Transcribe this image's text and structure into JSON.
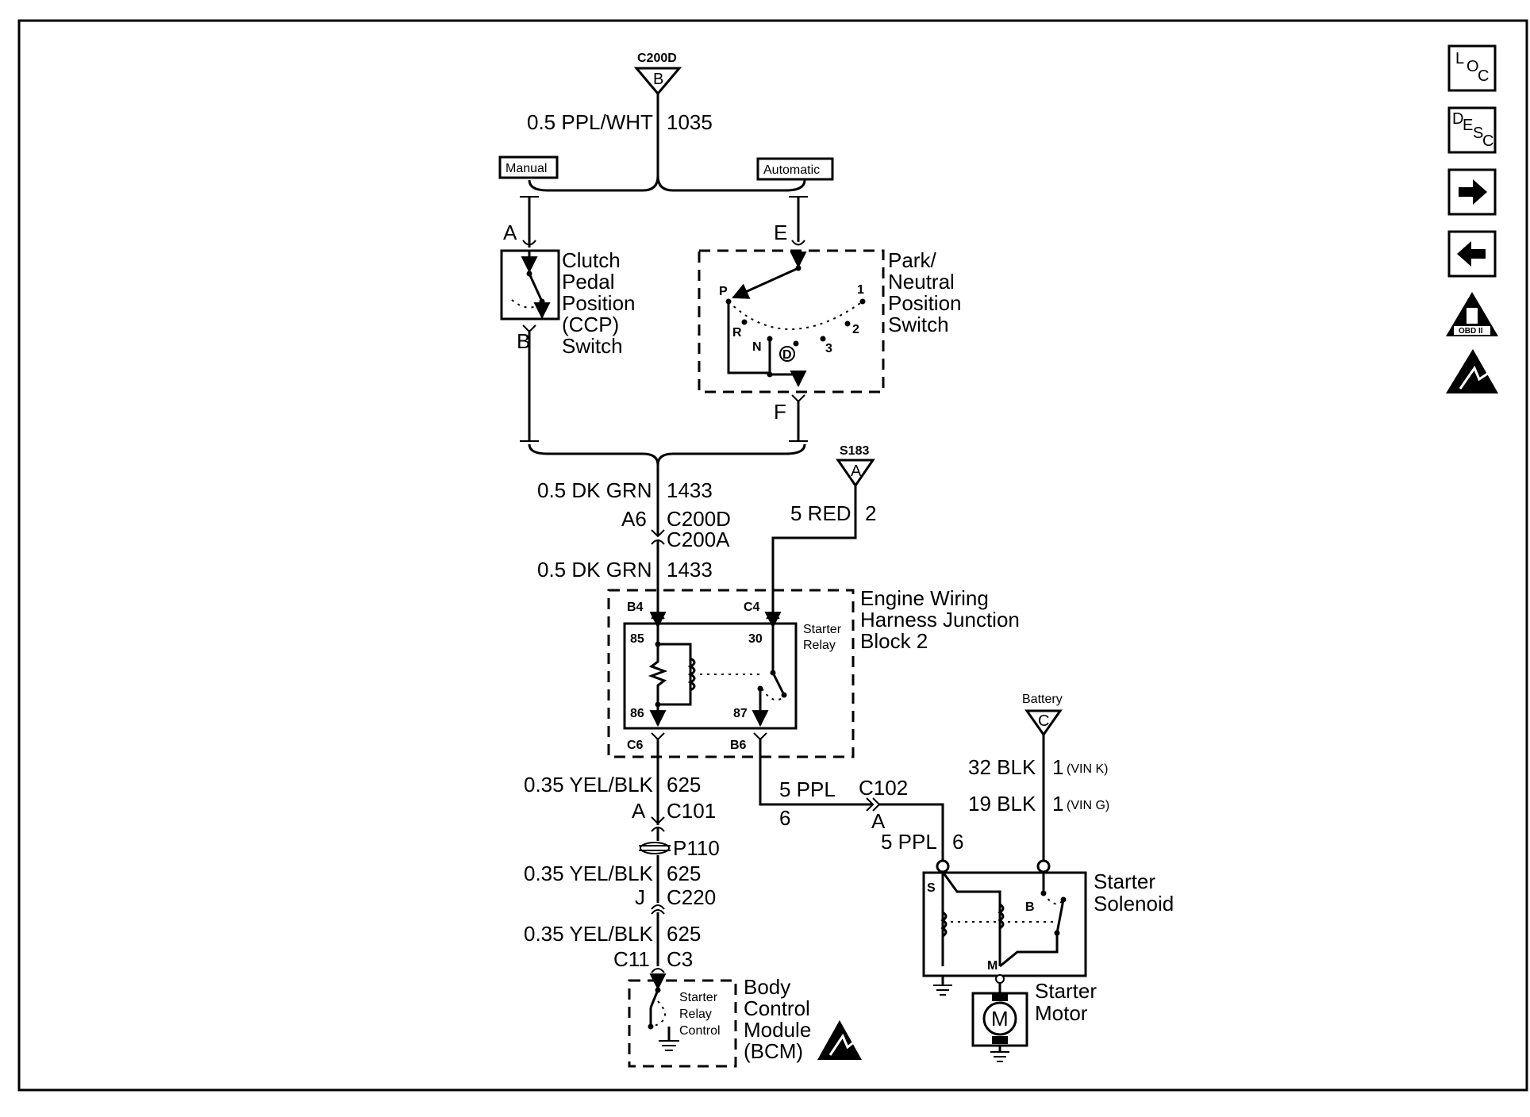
{
  "supply_connector": {
    "name": "C200D",
    "pin": "B"
  },
  "wire_1035": {
    "spec": "0.5 PPL/WHT",
    "circuit": "1035"
  },
  "options": {
    "manual": "Manual",
    "automatic": "Automatic"
  },
  "ccp_switch": {
    "pin_a": "A",
    "pin_b": "B",
    "name_lines": [
      "Clutch",
      "Pedal",
      "Position",
      "(CCP)",
      "Switch"
    ]
  },
  "pnp_switch": {
    "pin_e": "E",
    "pin_f": "F",
    "name_lines": [
      "Park/",
      "Neutral",
      "Position",
      "Switch"
    ],
    "positions": [
      "P",
      "R",
      "N",
      "D",
      "3",
      "2",
      "1"
    ]
  },
  "wire_1433_upper": {
    "spec": "0.5 DK GRN",
    "circuit": "1433"
  },
  "inline_c200": {
    "pin": "A6",
    "connectors": [
      "C200D",
      "C200A"
    ]
  },
  "wire_1433_lower": {
    "spec": "0.5 DK GRN",
    "circuit": "1433"
  },
  "splice": {
    "name": "S183",
    "pin": "A"
  },
  "wire_red": {
    "spec": "5 RED",
    "circuit": "2"
  },
  "junction_block": {
    "name_lines": [
      "Engine Wiring",
      "Harness Junction",
      "Block 2"
    ],
    "pins": {
      "b4": "B4",
      "c4": "C4",
      "c6": "C6",
      "b6": "B6"
    },
    "relay_lines": [
      "Starter",
      "Relay"
    ],
    "relay_terminals": {
      "t85": "85",
      "t86": "86",
      "t30": "30",
      "t87": "87"
    }
  },
  "wire_625_a": {
    "spec": "0.35 YEL/BLK",
    "circuit": "625"
  },
  "c101": {
    "pin": "A",
    "connector": "C101"
  },
  "p110": "P110",
  "wire_625_b": {
    "spec": "0.35 YEL/BLK",
    "circuit": "625"
  },
  "c220": {
    "pin": "J",
    "connector": "C220"
  },
  "wire_625_c": {
    "spec": "0.35 YEL/BLK",
    "circuit": "625"
  },
  "c3": {
    "pin": "C11",
    "connector": "C3"
  },
  "bcm": {
    "name_lines": [
      "Body",
      "Control",
      "Module",
      "(BCM)"
    ],
    "control_lines": [
      "Starter",
      "Relay",
      "Control"
    ]
  },
  "wire_ppl_upper": {
    "spec": "5 PPL",
    "circuit": "6"
  },
  "c102": {
    "name": "C102",
    "pin": "A"
  },
  "wire_ppl_lower": {
    "spec": "5 PPL",
    "circuit": "6"
  },
  "battery": {
    "name": "Battery",
    "pin": "C"
  },
  "battery_wires": [
    {
      "spec": "32 BLK",
      "circuit": "1",
      "note": "(VIN K)"
    },
    {
      "spec": "19 BLK",
      "circuit": "1",
      "note": "(VIN G)"
    }
  ],
  "solenoid": {
    "name_lines": [
      "Starter",
      "Solenoid"
    ],
    "terminals": {
      "s": "S",
      "b": "B",
      "m": "M"
    }
  },
  "motor": {
    "name_lines": [
      "Starter",
      "Motor"
    ],
    "symbol": "M"
  },
  "side_nav": {
    "loc": [
      "L",
      "O",
      "C"
    ],
    "desc": [
      "D",
      "E",
      "S",
      "C"
    ],
    "obd_label": "OBD II"
  }
}
